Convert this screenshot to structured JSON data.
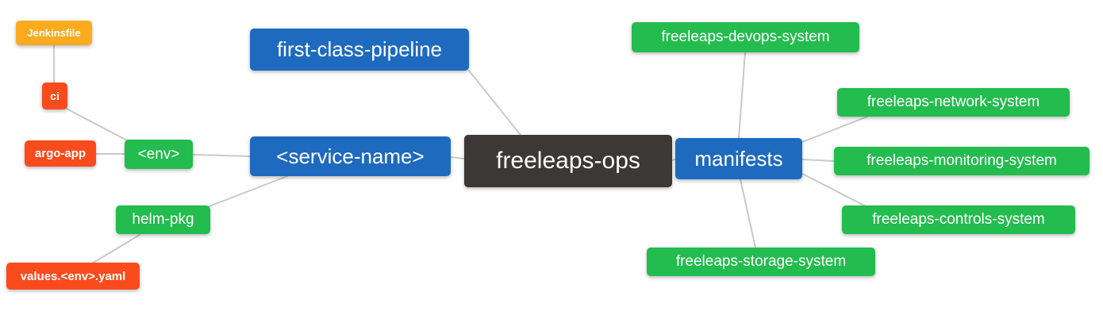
{
  "diagram": {
    "type": "mindmap",
    "root": "freeleaps-ops",
    "colors": {
      "root_node": "#3b3836",
      "branch_node": "#1e6abf",
      "green_node": "#23bc4e",
      "red_node": "#fa4b1c",
      "orange_node": "#fbab1d",
      "connector_line": "#c9c9c9",
      "node_text": "#ffffff",
      "background": "#ffffff"
    },
    "nodes": {
      "root": {
        "label": "freeleaps-ops",
        "color": "#3b3836"
      },
      "pipeline": {
        "label": "first-class-pipeline",
        "color": "#1e6abf"
      },
      "service": {
        "label": "<service-name>",
        "color": "#1e6abf"
      },
      "manifests": {
        "label": "manifests",
        "color": "#1e6abf"
      },
      "env": {
        "label": "<env>",
        "color": "#23bc4e"
      },
      "helm_pkg": {
        "label": "helm-pkg",
        "color": "#23bc4e"
      },
      "ci": {
        "label": "ci",
        "color": "#fa4b1c"
      },
      "jenkinsfile": {
        "label": "Jenkinsfile",
        "color": "#fbab1d"
      },
      "argo_app": {
        "label": "argo-app",
        "color": "#fa4b1c"
      },
      "values_env_yaml": {
        "label": "values.<env>.yaml",
        "color": "#fa4b1c"
      },
      "devops": {
        "label": "freeleaps-devops-system",
        "color": "#23bc4e"
      },
      "network": {
        "label": "freeleaps-network-system",
        "color": "#23bc4e"
      },
      "monitoring": {
        "label": "freeleaps-monitoring-system",
        "color": "#23bc4e"
      },
      "controls": {
        "label": "freeleaps-controls-system",
        "color": "#23bc4e"
      },
      "storage": {
        "label": "freeleaps-storage-system",
        "color": "#23bc4e"
      }
    },
    "edges": [
      {
        "from": "jenkinsfile",
        "to": "ci"
      },
      {
        "from": "ci",
        "to": "env"
      },
      {
        "from": "argo_app",
        "to": "env"
      },
      {
        "from": "env",
        "to": "service"
      },
      {
        "from": "helm_pkg",
        "to": "service"
      },
      {
        "from": "values_env_yaml",
        "to": "helm_pkg"
      },
      {
        "from": "pipeline",
        "to": "root"
      },
      {
        "from": "service",
        "to": "root"
      },
      {
        "from": "root",
        "to": "manifests"
      },
      {
        "from": "manifests",
        "to": "devops"
      },
      {
        "from": "manifests",
        "to": "network"
      },
      {
        "from": "manifests",
        "to": "monitoring"
      },
      {
        "from": "manifests",
        "to": "controls"
      },
      {
        "from": "manifests",
        "to": "storage"
      }
    ]
  }
}
